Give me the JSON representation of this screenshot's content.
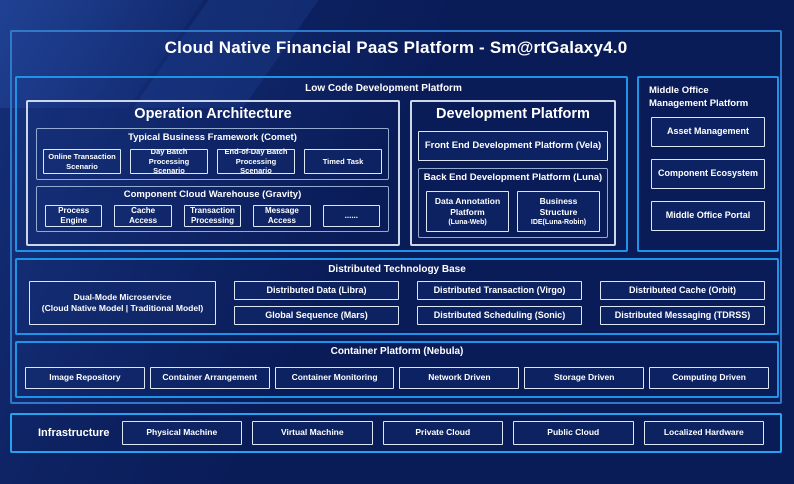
{
  "colors": {
    "background": "#0a1c58",
    "panel_border": "#2f79c8",
    "section_border": "#1f93e6",
    "inner_border": "#ccd8ea",
    "button_border": "#dde6f3",
    "text": "#ffffff"
  },
  "title": "Cloud Native Financial PaaS Platform - Sm@rtGalaxy4.0",
  "low_code": {
    "label": "Low Code Development Platform",
    "operation_architecture": {
      "title": "Operation Architecture",
      "typical_business_framework": {
        "title": "Typical Business Framework (Comet)",
        "items": [
          "Online Transaction Scenario",
          "Day Batch Processing Scenario",
          "End-of-Day Batch Processing Scenario",
          "Timed Task"
        ]
      },
      "component_cloud_warehouse": {
        "title": "Component Cloud Warehouse (Gravity)",
        "items": [
          "Process Engine",
          "Cache Access",
          "Transaction Processing",
          "Message Access",
          "......"
        ]
      }
    },
    "development_platform": {
      "title": "Development Platform",
      "front_end": "Front End Development Platform (Vela)",
      "back_end": {
        "title": "Back End Development Platform (Luna)",
        "items": [
          {
            "label": "Data Annotation Platform",
            "sub": "(Luna-Web)"
          },
          {
            "label": "Business Structure",
            "sub": "IDE(Luna-Robin)"
          }
        ]
      }
    }
  },
  "middle_office": {
    "label": "Middle Office Management Platform",
    "items": [
      "Asset Management",
      "Component Ecosystem",
      "Middle Office Portal"
    ]
  },
  "distributed_technology_base": {
    "label": "Distributed Technology Base",
    "dual_mode": {
      "line1": "Dual-Mode Microservice",
      "line2": "(Cloud Native Model | Traditional Model)"
    },
    "columns": [
      [
        "Distributed Data (Libra)",
        "Global Sequence (Mars)"
      ],
      [
        "Distributed Transaction (Virgo)",
        "Distributed Scheduling (Sonic)"
      ],
      [
        "Distributed Cache (Orbit)",
        "Distributed Messaging (TDRSS)"
      ]
    ]
  },
  "container_platform": {
    "label": "Container Platform (Nebula)",
    "items": [
      "Image Repository",
      "Container Arrangement",
      "Container Monitoring",
      "Network Driven",
      "Storage Driven",
      "Computing Driven"
    ]
  },
  "infrastructure": {
    "label": "Infrastructure",
    "items": [
      "Physical Machine",
      "Virtual Machine",
      "Private Cloud",
      "Public Cloud",
      "Localized Hardware"
    ]
  }
}
